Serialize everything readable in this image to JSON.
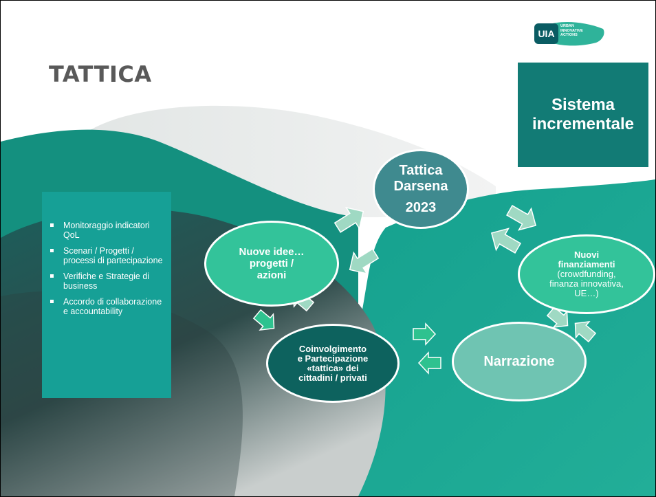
{
  "slide": {
    "title": "TATTICA",
    "logo": {
      "badge": "UIA",
      "tag_line1": "URBAN",
      "tag_line2": "INNOVATIVE",
      "tag_line3": "ACTIONS"
    },
    "highlight_box": {
      "line1": "Sistema",
      "line2": "incrementale"
    },
    "bullets": [
      "Monitoraggio indicatori QoL",
      "Scenari / Progetti / processi di partecipazione",
      "Verifiche e Strategie di business",
      "Accordo di collaborazione e accountability"
    ],
    "cycle": {
      "center_top": {
        "line1": "Tattica",
        "line2": "Darsena",
        "year": "2023"
      },
      "left": {
        "line1": "Nuove idee…",
        "line2": "progetti /",
        "line3": "azioni"
      },
      "right": {
        "title_line1": "Nuovi",
        "title_line2": "finanziamenti",
        "detail_line1": "(crowdfunding,",
        "detail_line2": "finanza innovativa,",
        "detail_line3": "UE…)"
      },
      "bottom_left": {
        "line1": "Coinvolgimento",
        "line2": "e Partecipazione",
        "line3": "«tattica» dei",
        "line4": "cittadini / privati"
      },
      "bottom_right": {
        "label": "Narrazione"
      }
    }
  },
  "colors": {
    "title": "#595959",
    "teal_box": "#127b75",
    "bullet_box": "#16a096",
    "ellipse_green": "#33c39a",
    "ellipse_dark": "#0d625e",
    "ellipse_light": "#6fc4b2",
    "ellipse_center": "#3f8a8f",
    "arrow_fill": "#9fd9c3"
  }
}
